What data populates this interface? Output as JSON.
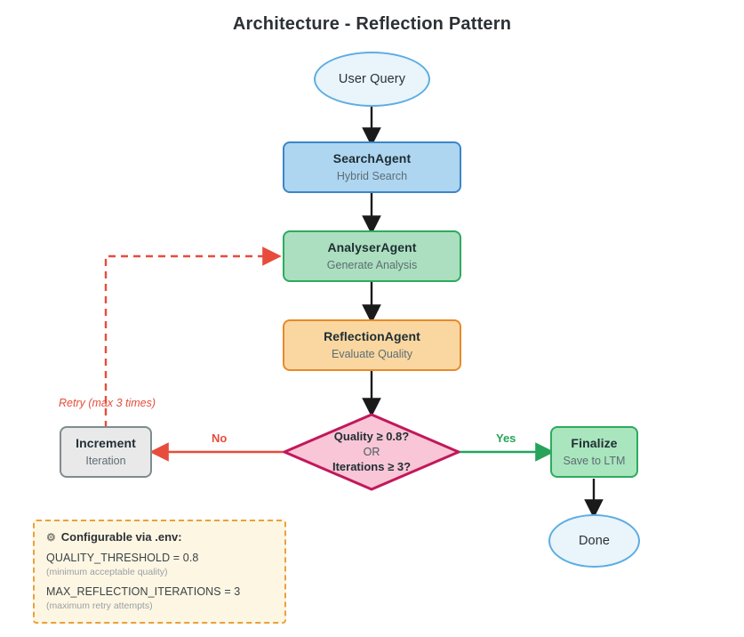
{
  "title": "Architecture - Reflection Pattern",
  "nodes": {
    "user_query": {
      "label": "User Query"
    },
    "search_agent": {
      "title": "SearchAgent",
      "subtitle": "Hybrid Search"
    },
    "analyser_agent": {
      "title": "AnalyserAgent",
      "subtitle": "Generate Analysis"
    },
    "reflection_agent": {
      "title": "ReflectionAgent",
      "subtitle": "Evaluate Quality"
    },
    "decision": {
      "line1": "Quality ≥ 0.8?",
      "line2": "OR",
      "line3": "Iterations ≥ 3?"
    },
    "increment": {
      "title": "Increment",
      "subtitle": "Iteration"
    },
    "finalize": {
      "title": "Finalize",
      "subtitle": "Save to LTM"
    },
    "done": {
      "label": "Done"
    }
  },
  "edge_labels": {
    "no": "No",
    "yes": "Yes",
    "retry": "Retry (max 3 times)"
  },
  "config_note": {
    "icon": "gear-icon",
    "heading": "Configurable via .env:",
    "items": [
      {
        "variable": "QUALITY_THRESHOLD = 0.8",
        "description": "(minimum acceptable quality)"
      },
      {
        "variable": "MAX_REFLECTION_ITERATIONS = 3",
        "description": "(maximum retry attempts)"
      }
    ]
  },
  "colors": {
    "background": "#ffffff",
    "title_text": "#2c3136",
    "terminal_fill": "#e9f4fb",
    "terminal_stroke": "#5dade2",
    "search_fill": "#aed6f1",
    "search_stroke": "#3a86c8",
    "analyser_fill": "#abdfbf",
    "analyser_stroke": "#2eaa5e",
    "reflection_fill": "#fad7a0",
    "reflection_stroke": "#e8892b",
    "decision_fill": "#f8c6d6",
    "decision_stroke": "#c2185b",
    "increment_fill": "#e9e9e9",
    "increment_stroke": "#7f8c8d",
    "finalize_fill": "#a9e5bd",
    "finalize_stroke": "#2eaa5e",
    "edge_default": "#1a1a1a",
    "edge_no": "#e74c3c",
    "edge_yes": "#27a35a",
    "retry_dashed": "#e74c3c",
    "note_fill": "#fdf6e3",
    "note_stroke": "#e9a13b"
  }
}
